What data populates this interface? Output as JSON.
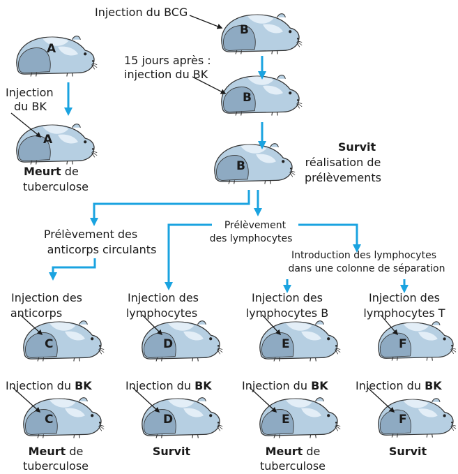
{
  "colors": {
    "arrow": "#1aa3e0",
    "body": "#a9c4da",
    "body_light": "#cfe2f0",
    "shade": "#7f9db6",
    "outline": "#333333"
  },
  "top": {
    "injection_bcg": "Injection du BCG",
    "quinze_jours_1": "15 jours après :",
    "quinze_jours_2": "injection du BK",
    "survit": "Survit",
    "realisation_1": "réalisation de",
    "realisation_2": "prélèvements"
  },
  "left": {
    "injection_1": "Injection",
    "injection_2": "du BK",
    "meurt": "Meurt",
    "de": "de",
    "tuberculose": "tuberculose"
  },
  "middle": {
    "prelev_anticorps_1": "Prélèvement des",
    "prelev_anticorps_2": "anticorps circulants",
    "prelev_lymph_1": "Prélèvement",
    "prelev_lymph_2": "des lymphocytes",
    "intro_1": "Introduction des lymphocytes",
    "intro_2": "dans une colonne de séparation"
  },
  "columns": {
    "c": {
      "line1": "Injection des",
      "line2": "anticorps"
    },
    "d": {
      "line1": "Injection des",
      "line2": "lymphocytes"
    },
    "e": {
      "line1": "Injection des",
      "line2": "lymphocytes B"
    },
    "f": {
      "line1": "Injection des",
      "line2": "lymphocytes T"
    }
  },
  "injection_du": "Injection du",
  "bk": "BK",
  "outcomes": {
    "c": {
      "bold": "Meurt",
      "rest": "de",
      "line2": "tuberculose"
    },
    "d": {
      "bold": "Survit"
    },
    "e": {
      "bold": "Meurt",
      "rest": "de",
      "line2": "tuberculose"
    },
    "f": {
      "bold": "Survit"
    }
  },
  "letters": {
    "A": "A",
    "B": "B",
    "C": "C",
    "D": "D",
    "E": "E",
    "F": "F"
  }
}
